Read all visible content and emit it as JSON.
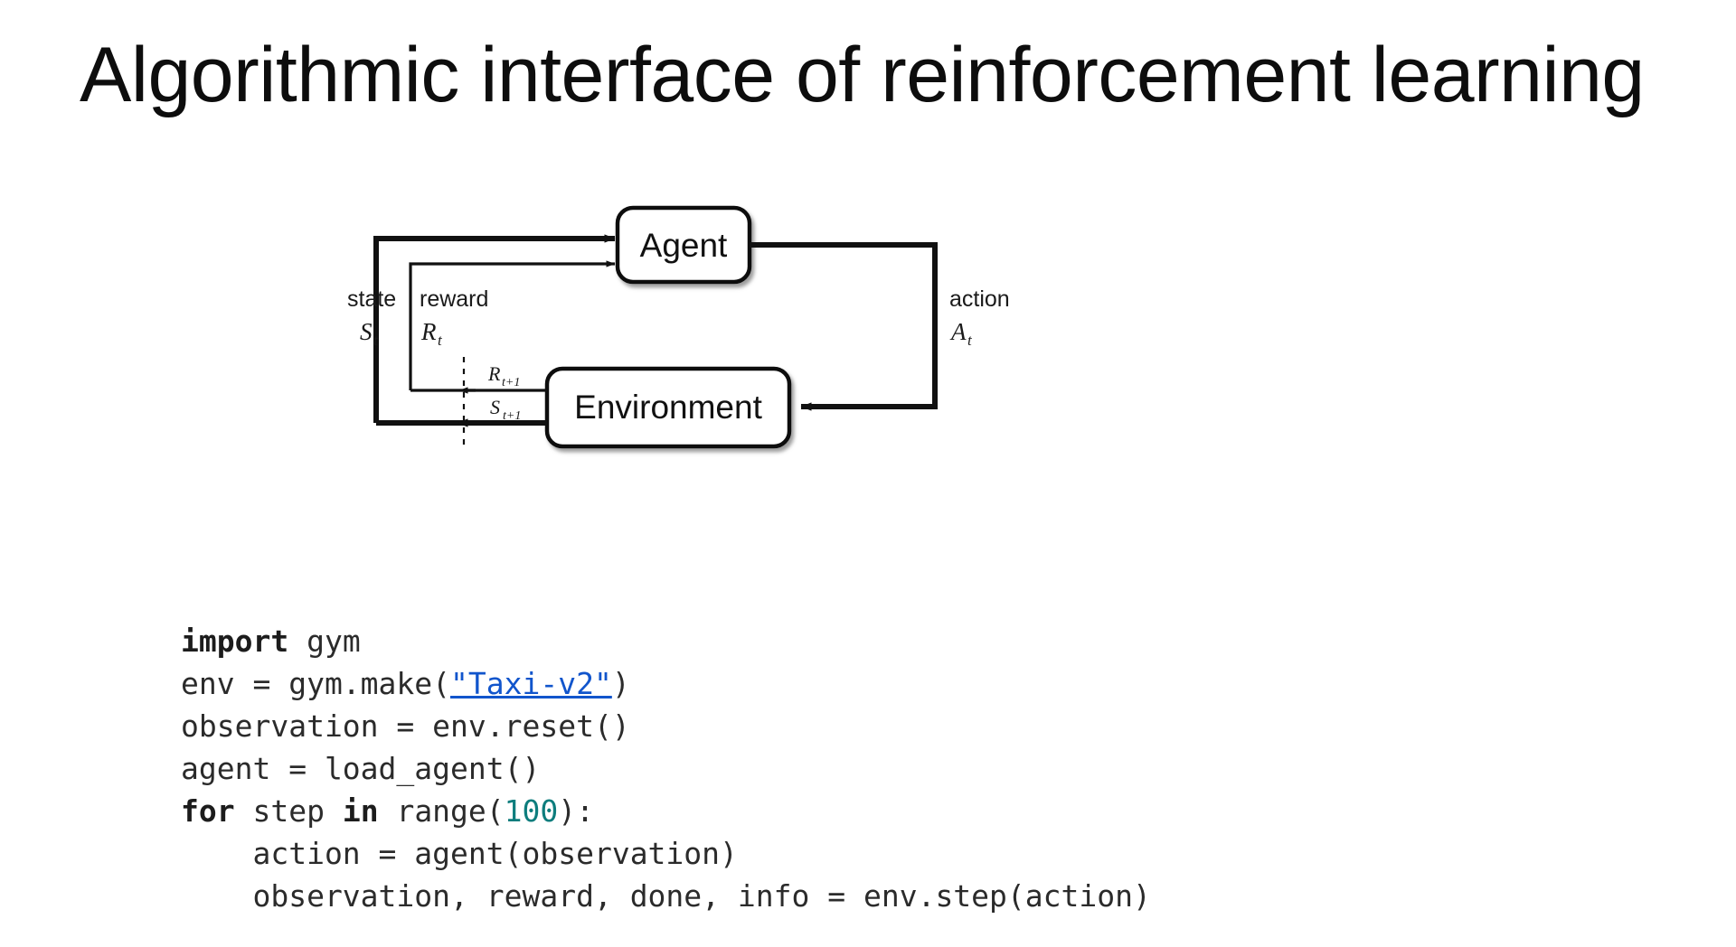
{
  "slide": {
    "title": "Algorithmic interface of reinforcement learning",
    "background_color": "#ffffff"
  },
  "diagram": {
    "name": "agent-environment-interaction-loop",
    "nodes": {
      "agent_label": "Agent",
      "environment_label": "Environment"
    },
    "edge_labels": {
      "state_word": "state",
      "state_symbol": "S",
      "state_subscript": "t",
      "reward_word": "reward",
      "reward_symbol": "R",
      "reward_subscript": "t",
      "action_word": "action",
      "action_symbol": "A",
      "action_subscript": "t",
      "next_reward_symbol": "R",
      "next_reward_subscript": "t+1",
      "next_state_symbol": "S",
      "next_state_subscript": "t+1"
    },
    "stroke_color": "#111111"
  },
  "code": {
    "language": "python",
    "keyword_color": "#1c1c1c",
    "number_color": "#0d7d7d",
    "link_color": "#1155cc",
    "lines": [
      {
        "n": 1,
        "text": "import gym",
        "tokens": [
          {
            "t": "import",
            "type": "keyword"
          },
          {
            "t": " gym",
            "type": "plain"
          }
        ]
      },
      {
        "n": 2,
        "text": "env = gym.make(\"Taxi-v2\")",
        "tokens": [
          {
            "t": "env = gym.make(",
            "type": "plain"
          },
          {
            "t": "\"Taxi-v2\"",
            "type": "link"
          },
          {
            "t": ")",
            "type": "plain"
          }
        ]
      },
      {
        "n": 3,
        "text": "observation = env.reset()",
        "tokens": [
          {
            "t": "observation = env.reset()",
            "type": "plain"
          }
        ]
      },
      {
        "n": 4,
        "text": "agent = load_agent()",
        "tokens": [
          {
            "t": "agent = load_agent()",
            "type": "plain"
          }
        ]
      },
      {
        "n": 5,
        "text": "for step in range(100):",
        "tokens": [
          {
            "t": "for",
            "type": "keyword"
          },
          {
            "t": " step ",
            "type": "plain"
          },
          {
            "t": "in",
            "type": "keyword"
          },
          {
            "t": " range(",
            "type": "plain"
          },
          {
            "t": "100",
            "type": "number"
          },
          {
            "t": "):",
            "type": "plain"
          }
        ]
      },
      {
        "n": 6,
        "text": "    action = agent(observation)",
        "tokens": [
          {
            "t": "    action = agent(observation)",
            "type": "plain"
          }
        ]
      },
      {
        "n": 7,
        "text": "    observation, reward, done, info = env.step(action)",
        "tokens": [
          {
            "t": "    observation, reward, done, info = env.step(action)",
            "type": "plain"
          }
        ]
      }
    ]
  }
}
